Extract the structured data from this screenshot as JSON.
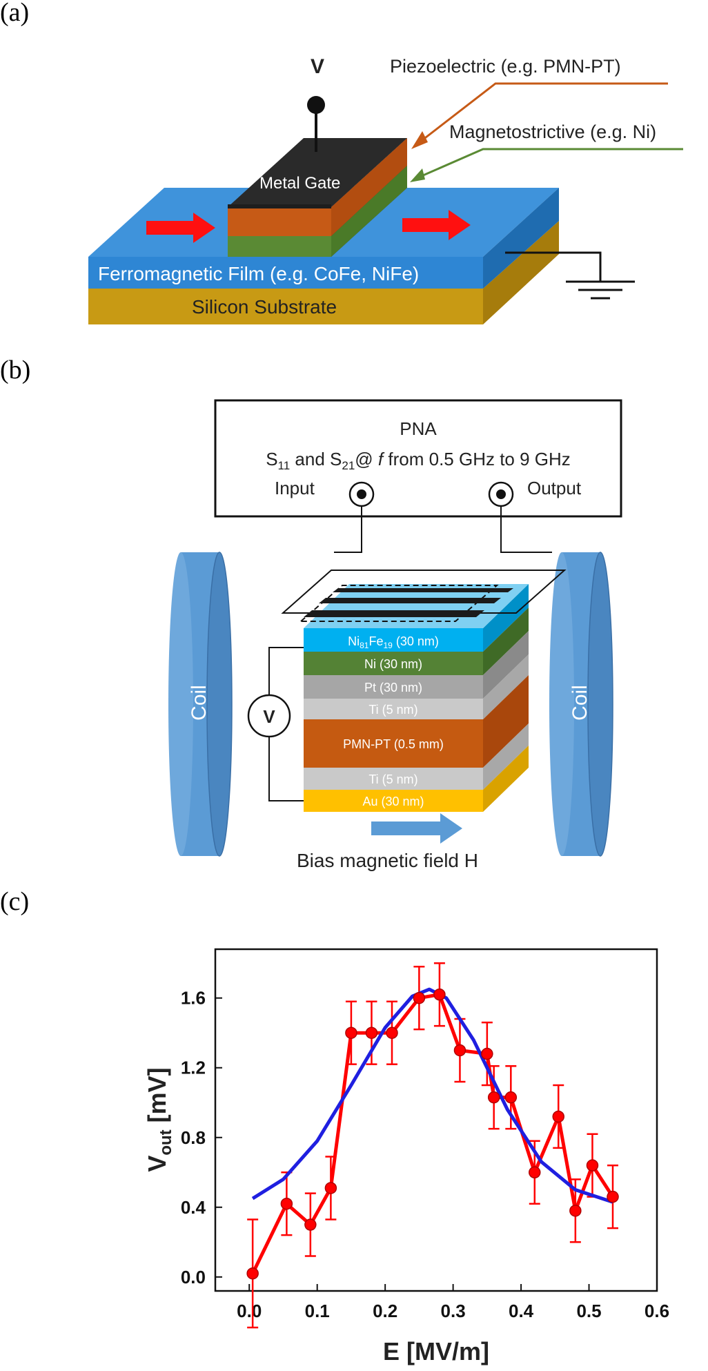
{
  "panel_a": {
    "label": "(a)",
    "voltage": "V",
    "piezo_label": "Piezoelectric (e.g. PMN-PT)",
    "magneto_label": "Magnetostrictive (e.g. Ni)",
    "gate_label": "Metal Gate",
    "film_label": "Ferromagnetic Film (e.g. CoFe, NiFe)",
    "substrate_label": "Silicon Substrate",
    "colors": {
      "film": "#2e86d4",
      "substrate": "#c89a14",
      "piezo": "#c65a16",
      "magneto": "#5a8a34",
      "gate": "#2a2a2a",
      "arrow": "#ff0000"
    }
  },
  "panel_b": {
    "label": "(b)",
    "pna_title": "PNA",
    "pna_line_prefix": "S",
    "s11_sub": "11",
    "pna_and": " and S",
    "s21_sub": "21",
    "pna_at": "@ ",
    "f_symbol": "f",
    "pna_range": " from 0.5 GHz to 9 GHz",
    "input_label": "Input",
    "output_label": "Output",
    "coil_label": "Coil",
    "voltmeter": "V",
    "layers": {
      "nife_ni": "Ni",
      "nife_ni_sub": "81",
      "nife_fe": "Fe",
      "nife_fe_sub": "19",
      "nife_thickness": "(30 nm)",
      "ni": "Ni  (30 nm)",
      "pt": "Pt (30 nm)",
      "ti_top": "Ti (5 nm)",
      "pmn": "PMN-PT (0.5 mm)",
      "ti_bottom": "Ti (5 nm)",
      "au": "Au (30 nm)"
    },
    "bias_label": "Bias magnetic field H",
    "colors": {
      "coil": "#5b9bd5",
      "nife": "#00b0f0",
      "ni": "#548235",
      "pt": "#a6a6a6",
      "ti": "#c9c9c9",
      "pmn": "#c55a11",
      "au": "#ffc000"
    }
  },
  "panel_c": {
    "label": "(c)"
  },
  "chart_data": {
    "type": "line",
    "xlabel": "E [MV/m]",
    "ylabel_main": "V",
    "ylabel_sub": "out",
    "ylabel_unit": " [mV]",
    "xlim": [
      -0.05,
      0.6
    ],
    "ylim": [
      -0.08,
      1.88
    ],
    "xticks": [
      "0.0",
      "0.1",
      "0.2",
      "0.3",
      "0.4",
      "0.5",
      "0.6"
    ],
    "yticks": [
      "0.0",
      "0.4",
      "0.8",
      "1.2",
      "1.6"
    ],
    "series": [
      {
        "color": "#ff0000",
        "x": [
          0.005,
          0.055,
          0.09,
          0.12,
          0.15,
          0.18,
          0.21,
          0.25,
          0.28,
          0.31,
          0.35,
          0.36,
          0.385,
          0.42,
          0.455,
          0.48,
          0.505,
          0.535
        ],
        "y": [
          0.02,
          0.42,
          0.3,
          0.51,
          1.4,
          1.4,
          1.4,
          1.6,
          1.62,
          1.3,
          1.28,
          1.03,
          1.03,
          0.6,
          0.92,
          0.38,
          0.64,
          0.46
        ],
        "err": [
          0.31,
          0.18,
          0.18,
          0.18,
          0.18,
          0.18,
          0.18,
          0.18,
          0.18,
          0.18,
          0.18,
          0.18,
          0.18,
          0.18,
          0.18,
          0.18,
          0.18,
          0.18
        ]
      },
      {
        "color": "#1f1fe0",
        "x": [
          0.005,
          0.05,
          0.1,
          0.15,
          0.2,
          0.24,
          0.265,
          0.29,
          0.33,
          0.38,
          0.43,
          0.48,
          0.535
        ],
        "y": [
          0.45,
          0.56,
          0.78,
          1.1,
          1.43,
          1.61,
          1.65,
          1.6,
          1.36,
          0.96,
          0.66,
          0.5,
          0.43
        ]
      }
    ]
  }
}
